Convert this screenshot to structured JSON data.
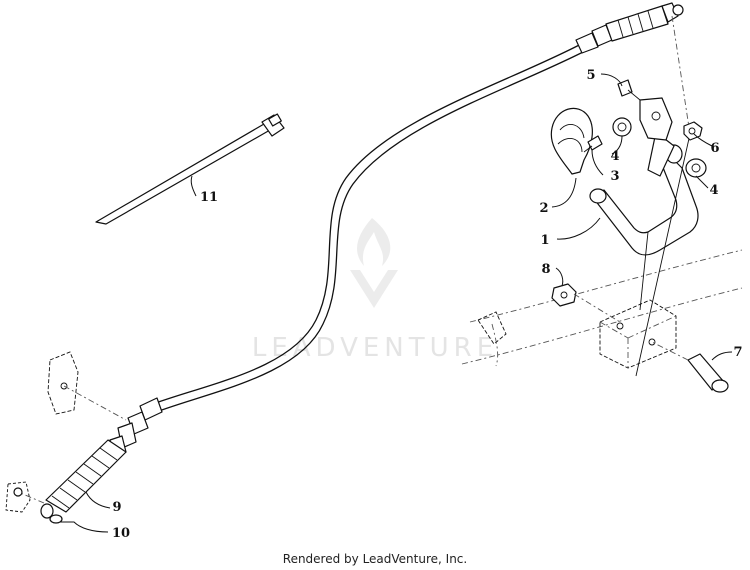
{
  "watermark": {
    "brand": "LEADVENTURE",
    "color": "#e4e4e4"
  },
  "footer": {
    "credit": "Rendered by LeadVenture, Inc."
  },
  "callouts": [
    {
      "id": "1",
      "label": "1"
    },
    {
      "id": "2",
      "label": "2"
    },
    {
      "id": "3",
      "label": "3"
    },
    {
      "id": "4a",
      "label": "4"
    },
    {
      "id": "4b",
      "label": "4"
    },
    {
      "id": "5",
      "label": "5"
    },
    {
      "id": "6",
      "label": "6"
    },
    {
      "id": "7",
      "label": "7"
    },
    {
      "id": "8",
      "label": "8"
    },
    {
      "id": "9",
      "label": "9"
    },
    {
      "id": "10",
      "label": "10"
    },
    {
      "id": "11",
      "label": "11"
    }
  ]
}
